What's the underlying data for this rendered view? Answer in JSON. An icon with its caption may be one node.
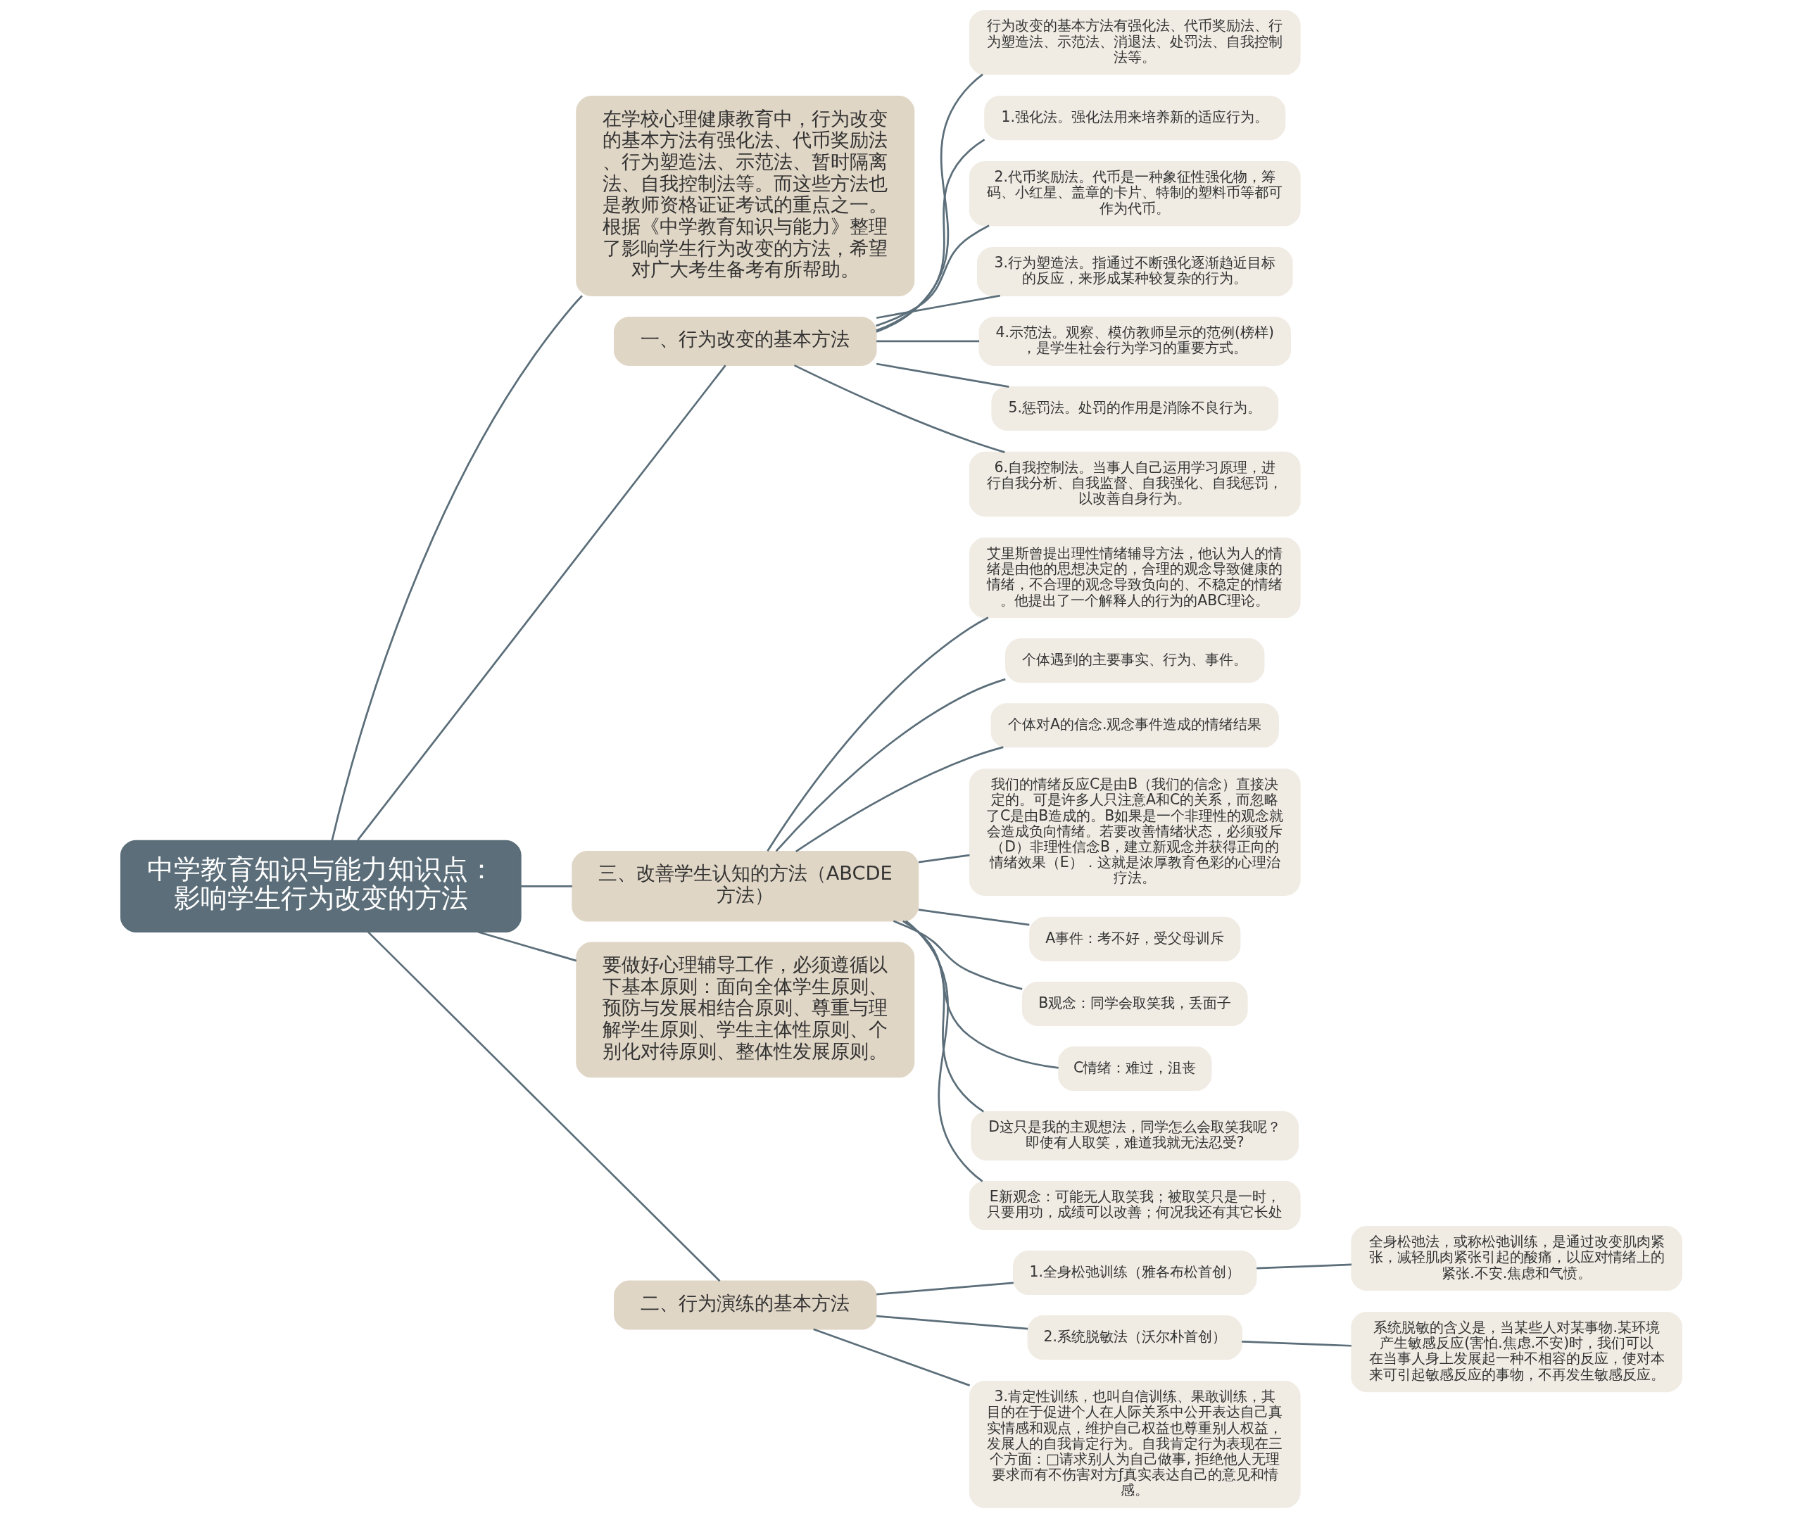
{
  "diagram": {
    "nodes": [
      {
        "text": [
          "中学教育知识与能力知识点：影响学生行为改变的方法"
        ]
      },
      {
        "text": [
          "在学校心理健康教育中，行为改变的基本方法有强化法、代币奖励法、行为塑造法、示范法、暂时隔离法、自我控制法等。而这些方法也是教师资格证证考试的重点之一。根据《中学教育知识与能力》整理了影响学生行为改变的方法，希望对广大考生备考有所帮助。"
        ]
      },
      {
        "text": [
          "一、行为改变的基本方法"
        ]
      },
      {
        "text": [
          "行为改变的基本方法有强化法、代币奖励法、行为塑造法、示范法、消退法、处罚法、自我控制法等。"
        ]
      },
      {
        "text": [
          "1.强化法。强化法用来培养新的适应行为。"
        ]
      },
      {
        "text": [
          "2.代币奖励法。代币是一种象征性强化物，筹码、小红星、盖章的卡片、特制的塑料币等都可作为代币。"
        ]
      },
      {
        "text": [
          "3.行为塑造法。指通过不断强化逐渐趋近目标的反应，来形成某种较复杂的行为。"
        ]
      },
      {
        "text": [
          "4.示范法。观察、模仿教师呈示的范例(榜样)，是学生社会行为学习的重要方式。"
        ]
      },
      {
        "text": [
          "5.惩罚法。处罚的作用是消除不良行为。"
        ]
      },
      {
        "text": [
          "6.自我控制法。当事人自己运用学习原理，进行自我分析、自我监督、自我强化、自我惩罚，以改善自身行为。"
        ]
      },
      {
        "text": [
          "三、改善学生认知的方法（ABCDE方法）"
        ]
      },
      {
        "text": [
          "艾里斯曾提出理性情绪辅导方法，他认为人的情绪是由他的思想决定的，合理的观念导致健康的情绪，不合理的观念导致负向的、不稳定的情绪。他提出了一个解释人的行为的ABC理论。"
        ]
      },
      {
        "text": [
          "个体遇到的主要事实、行为、事件。"
        ]
      },
      {
        "text": [
          "个体对A的信念.观念事件造成的情绪结果"
        ]
      },
      {
        "text": [
          "我们的情绪反应C是由B（我们的信念）直接决定的。可是许多人只注意A和C的关系，而忽略了C是由B造成的。B如果是一个非理性的观念就会造成负向情绪。若要改善情绪状态，必须驳斥（D）非理性信念B，建立新观念并获得正向的情绪效果（E）．这就是浓厚教育色彩的心理治疗法。"
        ]
      },
      {
        "text": [
          "A事件：考不好，受父母训斥"
        ]
      },
      {
        "text": [
          "B观念：同学会取笑我，丢面子"
        ]
      },
      {
        "text": [
          "C情绪：难过，沮丧"
        ]
      },
      {
        "text": [
          "D这只是我的主观想法，同学怎么会取笑我呢？即使有人取笑，难道我就无法忍受?"
        ]
      },
      {
        "text": [
          "E新观念：可能无人取笑我；被取笑只是一时，只要用功，成绩可以改善；何况我还有其它长处"
        ]
      },
      {
        "text": [
          "要做好心理辅导工作，必须遵循以下基本原则：面向全体学生原则、预防与发展相结合原则、尊重与理解学生原则、学生主体性原则、个别化对待原则、整体性发展原则。"
        ]
      },
      {
        "text": [
          "二、行为演练的基本方法"
        ]
      },
      {
        "text": [
          "1.全身松弛训练（雅各布松首创）"
        ]
      },
      {
        "text": [
          "全身松弛法，或称松弛训练，是通过改变肌肉紧张，减轻肌肉紧张引起的酸痛，以应对情绪上的紧张.不安.焦虑和气愤。"
        ]
      },
      {
        "text": [
          "2.系统脱敏法（沃尔朴首创）"
        ]
      },
      {
        "text": [
          "系统脱敏的含义是，当某些人对某事物.某环境产生敏感反应(害怕.焦虑.不安)时，我们可以在当事人身上发展起一种不相容的反应，使对本来可引起敏感反应的事物，不再发生敏感反应。"
        ]
      },
      {
        "text": [
          "3.肯定性训练，也叫自信训练、果敢训练，其目的在于促进个人在人际关系中公开表达自己真实情感和观点，维护自己权益也尊重别人权益，发展人的自我肯定行为。自我肯定行为表现在三个方面：□请求别人为自己做事, 拒绝他人无理要求而有不伤害对方ƒ真实表达自己的意见和情感。"
        ]
      }
    ],
    "edges": [
      {
        "from": 0,
        "to": 1,
        "arrow": "none"
      },
      {
        "from": 0,
        "to": 2,
        "arrow": "none"
      },
      {
        "from": 2,
        "to": 3,
        "arrow": "none"
      },
      {
        "from": 2,
        "to": 4,
        "arrow": "none"
      },
      {
        "from": 2,
        "to": 5,
        "arrow": "none"
      },
      {
        "from": 2,
        "to": 6,
        "arrow": "none"
      },
      {
        "from": 2,
        "to": 7,
        "arrow": "none"
      },
      {
        "from": 2,
        "to": 8,
        "arrow": "none"
      },
      {
        "from": 2,
        "to": 9,
        "arrow": "none"
      },
      {
        "from": 0,
        "to": 10,
        "arrow": "none"
      },
      {
        "from": 10,
        "to": 11,
        "arrow": "none"
      },
      {
        "from": 10,
        "to": 12,
        "arrow": "none"
      },
      {
        "from": 10,
        "to": 13,
        "arrow": "none"
      },
      {
        "from": 10,
        "to": 14,
        "arrow": "none"
      },
      {
        "from": 10,
        "to": 15,
        "arrow": "none"
      },
      {
        "from": 10,
        "to": 16,
        "arrow": "none"
      },
      {
        "from": 10,
        "to": 17,
        "arrow": "none"
      },
      {
        "from": 10,
        "to": 18,
        "arrow": "none"
      },
      {
        "from": 10,
        "to": 19,
        "arrow": "none"
      },
      {
        "from": 0,
        "to": 20,
        "arrow": "none"
      },
      {
        "from": 0,
        "to": 21,
        "arrow": "none"
      },
      {
        "from": 21,
        "to": 22,
        "arrow": "none"
      },
      {
        "from": 22,
        "to": 23,
        "arrow": "none"
      },
      {
        "from": 21,
        "to": 24,
        "arrow": "none"
      },
      {
        "from": 24,
        "to": 25,
        "arrow": "none"
      },
      {
        "from": 21,
        "to": 26,
        "arrow": "none"
      }
    ]
  }
}
